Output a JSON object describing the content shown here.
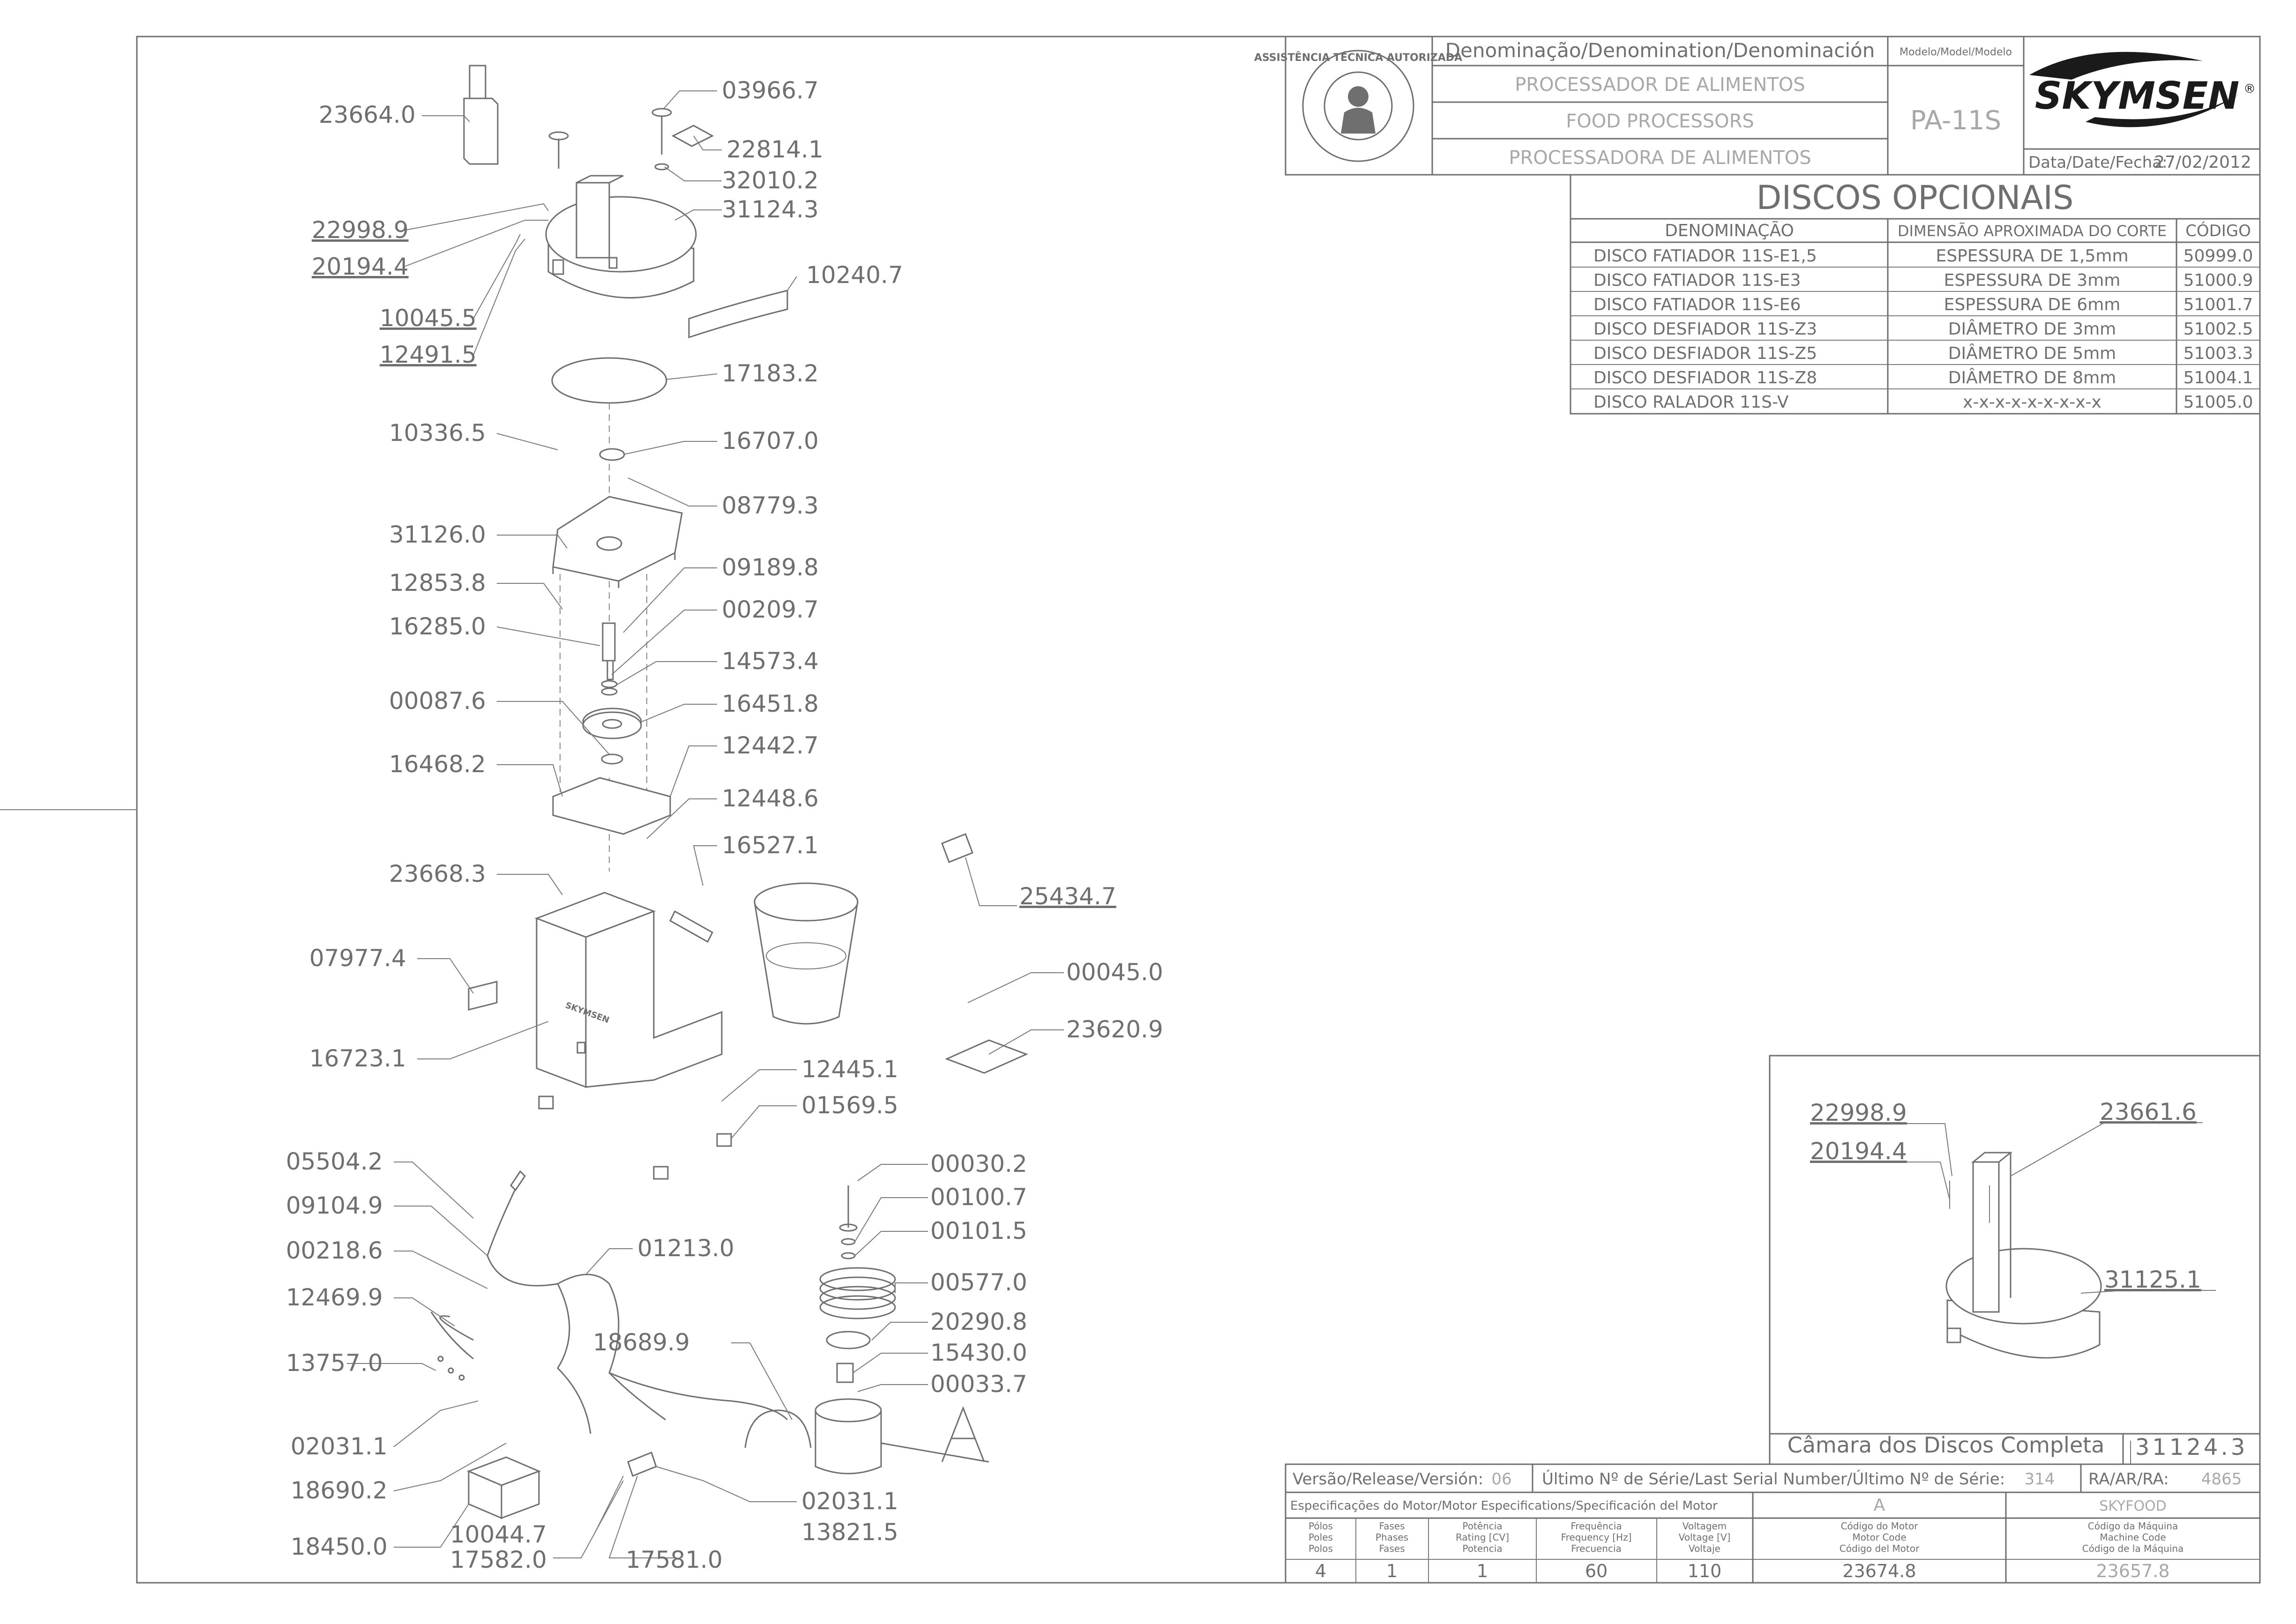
{
  "title_block": {
    "denomination_header": "Denominação/Denomination/Denominación",
    "names": [
      "PROCESSADOR DE ALIMENTOS",
      "FOOD PROCESSORS",
      "PROCESSADORA DE ALIMENTOS"
    ],
    "model_header": "Modelo/Model/Modelo",
    "model": "PA-11S",
    "brand": "SKYMSEN",
    "brand_mark": "®",
    "date_label": "Data/Date/Fecha:",
    "date": "27/02/2012",
    "seal_text": "ASSISTÊNCIA TÉCNICA AUTORIZADA"
  },
  "optional_discs": {
    "title": "DISCOS OPCIONAIS",
    "headers": [
      "DENOMINAÇÃO",
      "DIMENSÃO APROXIMADA DO CORTE",
      "CÓDIGO"
    ],
    "rows": [
      [
        "DISCO FATIADOR 11S-E1,5",
        "ESPESSURA DE 1,5mm",
        "50999.0"
      ],
      [
        "DISCO FATIADOR 11S-E3",
        "ESPESSURA DE 3mm",
        "51000.9"
      ],
      [
        "DISCO FATIADOR 11S-E6",
        "ESPESSURA DE 6mm",
        "51001.7"
      ],
      [
        "DISCO DESFIADOR 11S-Z3",
        "DIÂMETRO DE 3mm",
        "51002.5"
      ],
      [
        "DISCO DESFIADOR 11S-Z5",
        "DIÂMETRO DE 5mm",
        "51003.3"
      ],
      [
        "DISCO DESFIADOR 11S-Z8",
        "DIÂMETRO DE 8mm",
        "51004.1"
      ],
      [
        "DISCO RALADOR 11S-V",
        "x-x-x-x-x-x-x-x-x",
        "51005.0"
      ]
    ]
  },
  "parts": [
    "23664.0",
    "03966.7",
    "22814.1",
    "32010.2",
    "31124.3",
    "22998.9",
    "20194.4",
    "10045.5",
    "12491.5",
    "10240.7",
    "17183.2",
    "10336.5",
    "16707.0",
    "08779.3",
    "31126.0",
    "12853.8",
    "09189.8",
    "00209.7",
    "16285.0",
    "14573.4",
    "00087.6",
    "16451.8",
    "16468.2",
    "12442.7",
    "12448.6",
    "16527.1",
    "25434.7",
    "23668.3",
    "07977.4",
    "00045.0",
    "23620.9",
    "16723.1",
    "12445.1",
    "01569.5",
    "05504.2",
    "00030.2",
    "09104.9",
    "00100.7",
    "00101.5",
    "00218.6",
    "01213.0",
    "00577.0",
    "12469.9",
    "18689.9",
    "20290.8",
    "13757.0",
    "15430.0",
    "00033.7",
    "02031.1",
    "18690.2",
    "02031.1",
    "13821.5",
    "18450.0",
    "10044.7",
    "17582.0",
    "17581.0"
  ],
  "detail": {
    "labels": [
      "22998.9",
      "20194.4",
      "23661.6",
      "31125.1"
    ],
    "caption": "Câmara dos Discos Completa",
    "code": "31124.3",
    "view_letter": "A"
  },
  "footer": {
    "version_label": "Versão/Release/Versión:",
    "version": "06",
    "serial_label": "Último Nº de Série/Last Serial Number/Último Nº de Série:",
    "serial": "314",
    "ra_label": "RA/AR/RA:",
    "ra": "4865",
    "motor_spec_label": "Especificações do Motor/Motor Especifications/Specificación del Motor",
    "motor_col_a": "A",
    "motor_col_b": "SKYFOOD",
    "spec_headers": [
      [
        "Pólos",
        "Poles",
        "Polos"
      ],
      [
        "Fases",
        "Phases",
        "Fases"
      ],
      [
        "Potência",
        "Rating [CV]",
        "Potencia"
      ],
      [
        "Frequência",
        "Frequency [Hz]",
        "Frecuencia"
      ],
      [
        "Voltagem",
        "Voltage [V]",
        "Voltaje"
      ],
      [
        "Código do Motor",
        "Motor Code",
        "Código del Motor"
      ],
      [
        "Código da Máquina",
        "Machine Code",
        "Código de la Máquina"
      ]
    ],
    "spec_values": [
      "4",
      "1",
      "1",
      "60",
      "110",
      "23674.8",
      "23657.8"
    ]
  },
  "colors": {
    "ink": "#6f6f6f",
    "light_ink": "#a8a8a8",
    "brand": "#1a1a1a",
    "paper": "#ffffff"
  }
}
